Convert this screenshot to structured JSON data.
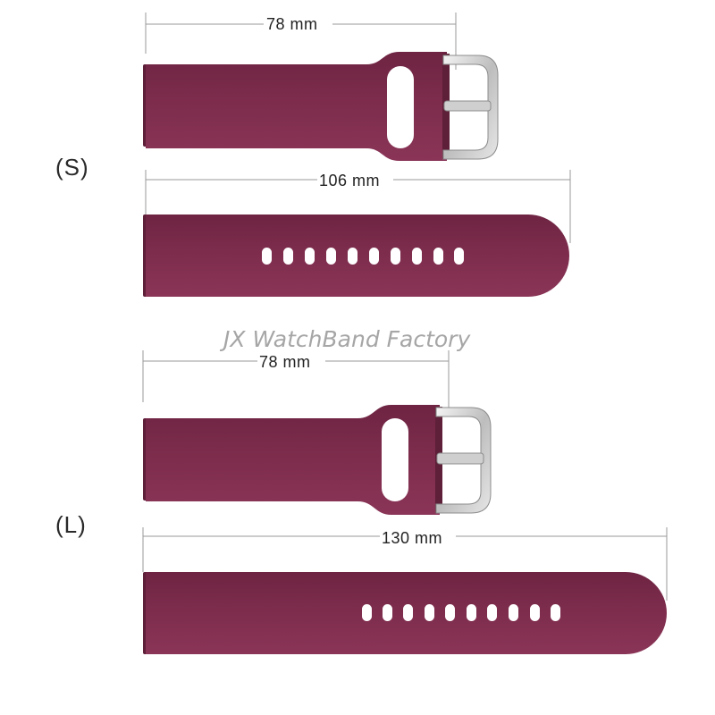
{
  "watermark": "JX WatchBand Factory",
  "colors": {
    "strap": "#7a2a4a",
    "strap_dark": "#5e1f38",
    "strap_light": "#8c3658",
    "buckle": "#d9d9d9",
    "dimension_line": "#9a9a9a"
  },
  "sizes": [
    {
      "label": "(S)",
      "buckle_strap_length": "78 mm",
      "tail_strap_length": "106 mm",
      "tail_holes": 10
    },
    {
      "label": "(L)",
      "buckle_strap_length": "78 mm",
      "tail_strap_length": "130 mm",
      "tail_holes": 10
    }
  ]
}
